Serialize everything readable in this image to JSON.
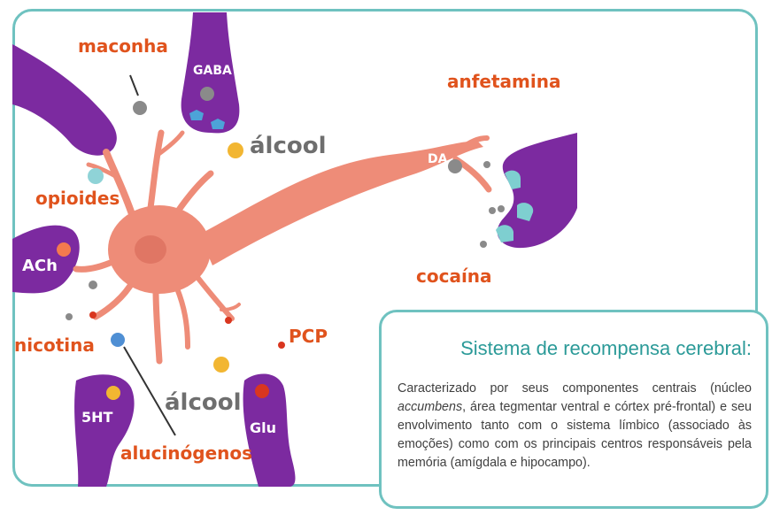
{
  "colors": {
    "frame": "#6fc2c0",
    "neuron": "#ee8c78",
    "terminal": "#7c2aa0",
    "drug_label": "#e0531d",
    "title": "#2b9a98"
  },
  "labels": {
    "maconha": "maconha",
    "gaba": "GABA",
    "alcool_top": "álcool",
    "anfetamina": "anfetamina",
    "da": "DA",
    "opioides": "opioides",
    "ach": "ACh",
    "cocaina": "cocaína",
    "pcp": "PCP",
    "nicotina": "nicotina",
    "alcool_bottom": "álcool",
    "ht5": "5HT",
    "glu": "Glu",
    "alucinogenos": "alucinógenos"
  },
  "info": {
    "title": "Sistema de recompensa cerebral:",
    "text_before": "Caracterizado por seus componentes centrais (núcleo ",
    "text_italic": "accumbens",
    "text_after": ", área tegmentar ventral e córtex pré-frontal) e seu envolvimento tanto com o sistema límbico (associado às emoções) como com os principais centros responsáveis pela memória (amígdala e hipocampo)."
  }
}
